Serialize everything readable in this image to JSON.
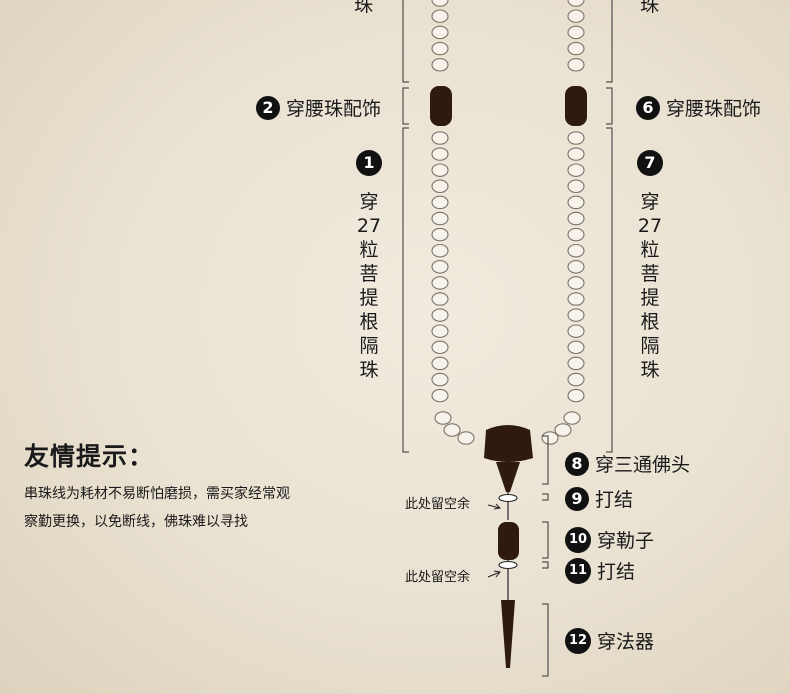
{
  "top_left_label": "珠",
  "top_right_label": "珠",
  "step2": {
    "num": "2",
    "text": "穿腰珠配饰"
  },
  "step6": {
    "num": "6",
    "text": "穿腰珠配饰"
  },
  "step1": {
    "num": "1",
    "chars": [
      "穿",
      "27",
      "粒",
      "菩",
      "提",
      "根",
      "隔",
      "珠"
    ]
  },
  "step7": {
    "num": "7",
    "chars": [
      "穿",
      "27",
      "粒",
      "菩",
      "提",
      "根",
      "隔",
      "珠"
    ]
  },
  "step8": {
    "num": "8",
    "text": "穿三通佛头"
  },
  "step9": {
    "num": "9",
    "text": "打结"
  },
  "step10": {
    "num": "10",
    "text": "穿勒子"
  },
  "step11": {
    "num": "11",
    "text": "打结"
  },
  "step12": {
    "num": "12",
    "text": "穿法器"
  },
  "note1": "此处留空余",
  "note2": "此处留空余",
  "tip": {
    "title": "友情提示：",
    "body": "串珠线为耗材不易断怕磨损，需买家经常观察勤更换，以免断线，佛珠难以寻找"
  },
  "colors": {
    "bead_dark": "#2e1a10",
    "bead_light": "#f7f3ea",
    "bead_outline": "#7a7266"
  }
}
